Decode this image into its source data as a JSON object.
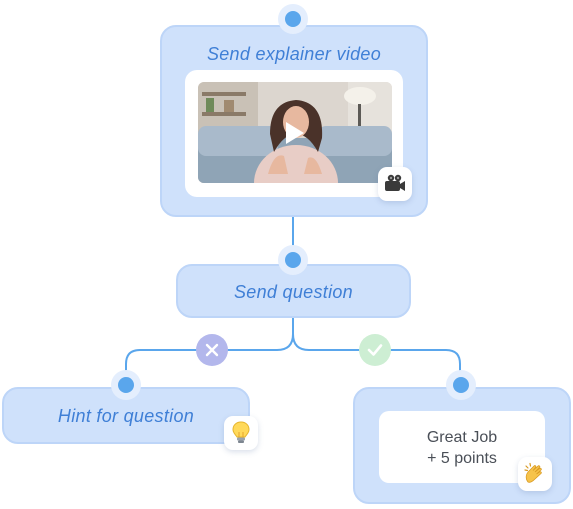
{
  "nodes": {
    "video": {
      "title": "Send explainer video",
      "badge_icon": "video-camera-icon",
      "media": "video-thumbnail-woman-talking"
    },
    "question": {
      "title": "Send question"
    },
    "hint": {
      "title": "Hint for question",
      "badge_icon": "lightbulb-icon"
    },
    "reward": {
      "line1": "Great Job",
      "line2": "+ 5 points",
      "badge_icon": "clapping-hands-icon"
    }
  },
  "branches": {
    "wrong": {
      "icon": "x-icon",
      "color": "#b3b7ec"
    },
    "correct": {
      "icon": "check-icon",
      "color": "#cdeed3"
    }
  },
  "colors": {
    "node_fill": "#cfe1fb",
    "title_text": "#3f7fd6",
    "connector": "#5aa6ec",
    "dot": "#5aa6ec"
  }
}
